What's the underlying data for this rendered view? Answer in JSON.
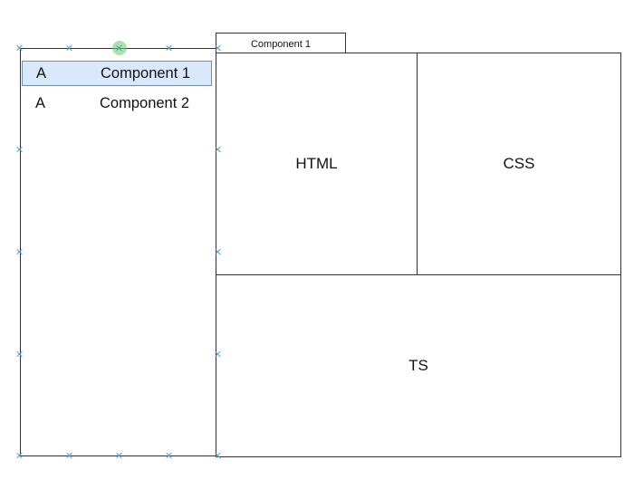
{
  "tab": {
    "label": "Component 1"
  },
  "list": {
    "items": [
      {
        "letter": "A",
        "label": "Component 1",
        "selected": true
      },
      {
        "letter": "A",
        "label": "Component 2",
        "selected": false
      }
    ]
  },
  "editor": {
    "html_label": "HTML",
    "css_label": "CSS",
    "ts_label": "TS"
  },
  "colors": {
    "selection_fill": "#dae8fc",
    "selection_border": "#6c8ebf",
    "handle": "#4a9ed6",
    "rotate_handle": "#66cc66",
    "stroke": "#333333"
  },
  "icons": {
    "handle": "x-mark-handle-icon",
    "rotate": "rotate-handle-icon"
  }
}
